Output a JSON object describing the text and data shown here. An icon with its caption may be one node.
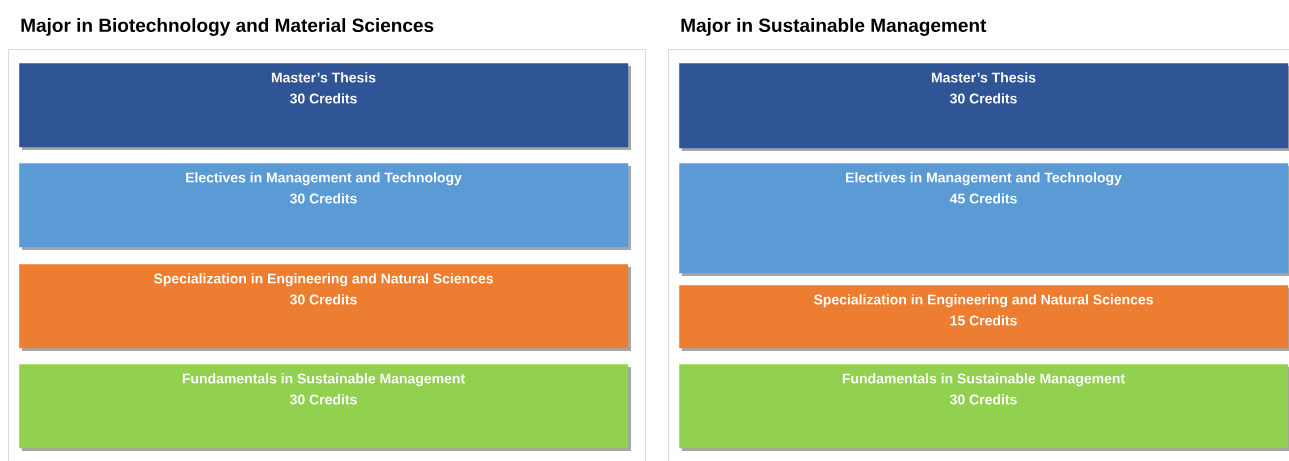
{
  "diagram": {
    "nodes": [
      {
        "text": [
          "Major in Biotechnology and Material Sciences"
        ]
      },
      {
        "text": [
          "Master’s Thesis",
          "30 Credits"
        ],
        "in": 0
      },
      {
        "text": [
          "Electives in Management and Technology",
          "30 Credits"
        ],
        "in": 0
      },
      {
        "text": [
          "Specialization in Engineering and Natural Sciences",
          "30 Credits"
        ],
        "in": 0
      },
      {
        "text": [
          "Fundamentals in Sustainable Management",
          "30 Credits"
        ],
        "in": 0
      },
      {
        "text": [
          "Major in Sustainable Management"
        ]
      },
      {
        "text": [
          "Master’s Thesis",
          "30 Credits"
        ],
        "in": 5
      },
      {
        "text": [
          "Electives in Management and Technology",
          "45 Credits"
        ],
        "in": 5
      },
      {
        "text": [
          "Specialization in Engineering and Natural Sciences",
          "15 Credits"
        ],
        "in": 5
      },
      {
        "text": [
          "Fundamentals in Sustainable Management",
          "30 Credits"
        ],
        "in": 5
      }
    ]
  }
}
